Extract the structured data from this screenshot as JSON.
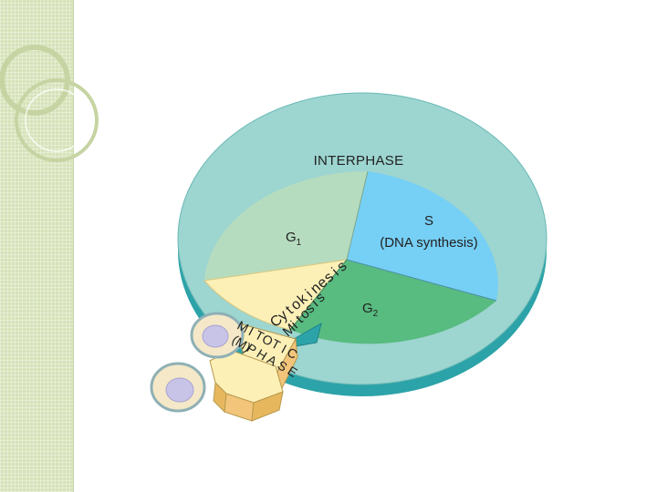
{
  "diagram": {
    "ring_label": "INTERPHASE",
    "g1": {
      "main": "G",
      "sub": "1"
    },
    "s": {
      "line1": "S",
      "line2": "(DNA synthesis)"
    },
    "g2": {
      "main": "G",
      "sub": "2"
    },
    "cytokinesis_chars": [
      "C",
      "y",
      "t",
      "o",
      "k",
      "i",
      "n",
      "e",
      "s",
      "i",
      "s"
    ],
    "mitosis_chars": [
      "M",
      "i",
      "t",
      "o",
      "s",
      "i",
      "s"
    ],
    "mitotic_chars": [
      "M",
      "I",
      "T",
      "O",
      "T",
      "I",
      "C"
    ],
    "mphase_chars": [
      "(M)",
      "P",
      "H",
      "A",
      "S",
      "E"
    ]
  },
  "colors": {
    "side_panel": "#d6e2b8",
    "ring": "#9dd5d0",
    "ring_side": "#2ca3a8",
    "g1": "#b6dcbf",
    "s_phase": "#76cff5",
    "g2": "#58bb80",
    "mitosis_wedge": "#fdf0b7",
    "cell": "#f4e8c8",
    "nucleus": "#c8c4e8"
  }
}
